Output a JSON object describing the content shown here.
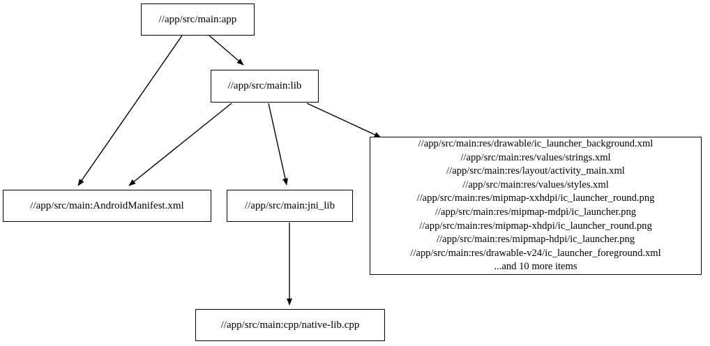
{
  "diagram": {
    "title": "Bazel/Graphviz dependency graph",
    "background_color": "#ffffff",
    "line_color": "#000000",
    "text_color": "#000000"
  },
  "nodes": {
    "app": {
      "label": "//app/src/main:app"
    },
    "lib": {
      "label": "//app/src/main:lib"
    },
    "manifest": {
      "label": "//app/src/main:AndroidManifest.xml"
    },
    "jni_lib": {
      "label": "//app/src/main:jni_lib"
    },
    "cpp": {
      "label": "//app/src/main:cpp/native-lib.cpp"
    },
    "res": {
      "lines": [
        "//app/src/main:res/drawable/ic_launcher_background.xml",
        "//app/src/main:res/values/strings.xml",
        "//app/src/main:res/layout/activity_main.xml",
        "//app/src/main:res/values/styles.xml",
        "//app/src/main:res/mipmap-xxhdpi/ic_launcher_round.png",
        "//app/src/main:res/mipmap-mdpi/ic_launcher.png",
        "//app/src/main:res/mipmap-xhdpi/ic_launcher_round.png",
        "//app/src/main:res/mipmap-hdpi/ic_launcher.png",
        "//app/src/main:res/drawable-v24/ic_launcher_foreground.xml",
        "...and 10 more items"
      ],
      "label": "//app/src/main:res/drawable/ic_launcher_background.xml\n//app/src/main:res/values/strings.xml\n//app/src/main:res/layout/activity_main.xml\n//app/src/main:res/values/styles.xml\n//app/src/main:res/mipmap-xxhdpi/ic_launcher_round.png\n//app/src/main:res/mipmap-mdpi/ic_launcher.png\n//app/src/main:res/mipmap-xhdpi/ic_launcher_round.png\n//app/src/main:res/mipmap-hdpi/ic_launcher.png\n//app/src/main:res/drawable-v24/ic_launcher_foreground.xml\n...and 10 more items"
    }
  },
  "edges": [
    {
      "from": "app",
      "to": "manifest"
    },
    {
      "from": "app",
      "to": "lib"
    },
    {
      "from": "lib",
      "to": "manifest"
    },
    {
      "from": "lib",
      "to": "jni_lib"
    },
    {
      "from": "lib",
      "to": "res"
    },
    {
      "from": "jni_lib",
      "to": "cpp"
    }
  ]
}
